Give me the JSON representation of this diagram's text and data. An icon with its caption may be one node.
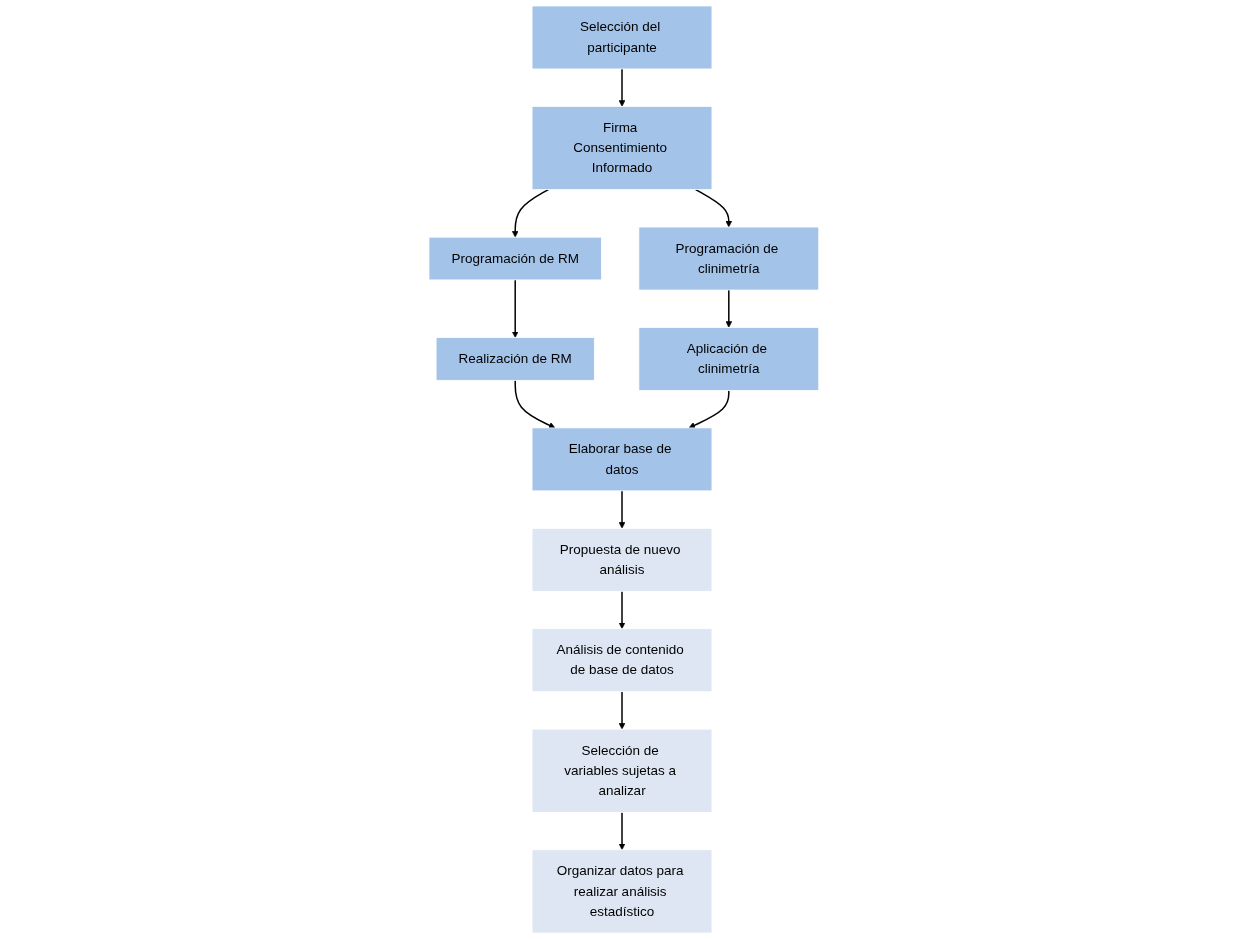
{
  "diagram": {
    "nodes": [
      {
        "text": [
          "Selección del participante"
        ]
      },
      {
        "text": [
          "Firma Consentimiento Informado"
        ]
      },
      {
        "text": [
          "Programación de RM"
        ]
      },
      {
        "text": [
          "Realización de RM"
        ]
      },
      {
        "text": [
          "Programación de clinimetría"
        ]
      },
      {
        "text": [
          "Aplicación de clinimetría"
        ]
      },
      {
        "text": [
          "Elaborar base de datos"
        ]
      },
      {
        "text": [
          "Propuesta de nuevo análisis"
        ]
      },
      {
        "text": [
          "Análisis de contenido de base de datos"
        ]
      },
      {
        "text": [
          "Selección de variables sujetas a analizar"
        ]
      },
      {
        "text": [
          "Organizar datos para realizar análisis estadístico"
        ]
      }
    ],
    "edges": [
      {
        "from": 0,
        "to": 1,
        "arrow": "to"
      },
      {
        "from": 1,
        "to": 2,
        "arrow": "to"
      },
      {
        "from": 1,
        "to": 4,
        "arrow": "to"
      },
      {
        "from": 2,
        "to": 3,
        "arrow": "to"
      },
      {
        "from": 4,
        "to": 5,
        "arrow": "to"
      },
      {
        "from": 3,
        "to": 6,
        "arrow": "to"
      },
      {
        "from": 5,
        "to": 6,
        "arrow": "to"
      },
      {
        "from": 6,
        "to": 7,
        "arrow": "to"
      },
      {
        "from": 7,
        "to": 8,
        "arrow": "to"
      },
      {
        "from": 8,
        "to": 9,
        "arrow": "to"
      },
      {
        "from": 9,
        "to": 10,
        "arrow": "to"
      }
    ]
  }
}
